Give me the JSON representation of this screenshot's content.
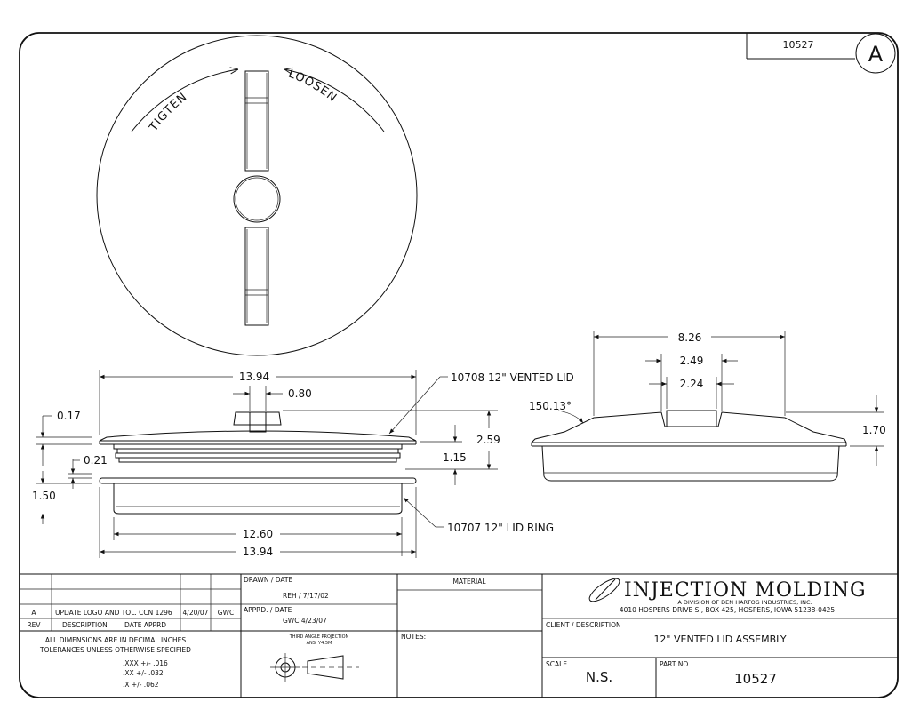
{
  "header": {
    "part_number_box": "10527",
    "revision_letter": "A"
  },
  "top_view": {
    "arrow_left_label": "TIGTEN",
    "arrow_right_label": "LOOSEN"
  },
  "side_view": {
    "dimensions": {
      "overall_width_top": "13.94",
      "knob_width": "0.80",
      "lid_lip": "0.17",
      "ring_gap": "0.21",
      "ring_height": "1.50",
      "lid_height": "2.59",
      "thread_height": "1.15",
      "ring_inner_width": "12.60",
      "overall_width_bottom": "13.94"
    },
    "callouts": {
      "lid": "10708 12\" VENTED LID",
      "ring": "10707 12\" LID RING"
    }
  },
  "right_view": {
    "dimensions": {
      "top_width": "8.26",
      "vent_outer": "2.49",
      "vent_inner": "2.24",
      "angle": "150.13°",
      "height": "1.70"
    }
  },
  "title_block": {
    "revision_row": {
      "rev": "A",
      "description": "UPDATE LOGO AND TOL.  CCN 1296",
      "date": "4/20/07",
      "approved": "GWC"
    },
    "header_row": {
      "rev": "REV",
      "description": "DESCRIPTION",
      "date_appr": "DATE  APPRD"
    },
    "tolerance_note": {
      "line1": "ALL DIMENSIONS ARE IN DECIMAL INCHES",
      "line2": "TOLERANCES UNLESS OTHERWISE SPECIFIED",
      "line3": ".XXX +/- .016",
      "line4": ".XX +/- .032",
      "line5": ".X +/- .062"
    },
    "drawn": {
      "label": "DRAWN / DATE",
      "value": "REH / 7/17/02"
    },
    "approved": {
      "label": "APPRD. / DATE",
      "value": "GWC  4/23/07"
    },
    "projection": {
      "line1": "THIRD ANGLE PROJECTION",
      "line2": "ANSI Y4.5M"
    },
    "material": {
      "label": "MATERIAL"
    },
    "notes": {
      "label": "NOTES:"
    },
    "company": {
      "name": "INJECTION  MOLDING",
      "division": "A DIVISION OF DEN HARTOG INDUSTRIES, INC.",
      "address": "4010 HOSPERS DRIVE S., BOX 425, HOSPERS, IOWA 51238-0425"
    },
    "client": {
      "label": "CLIENT / DESCRIPTION",
      "value": "12\" VENTED LID ASSEMBLY"
    },
    "scale": {
      "label": "SCALE",
      "value": "N.S."
    },
    "part_no": {
      "label": "PART NO.",
      "value": "10527"
    }
  }
}
